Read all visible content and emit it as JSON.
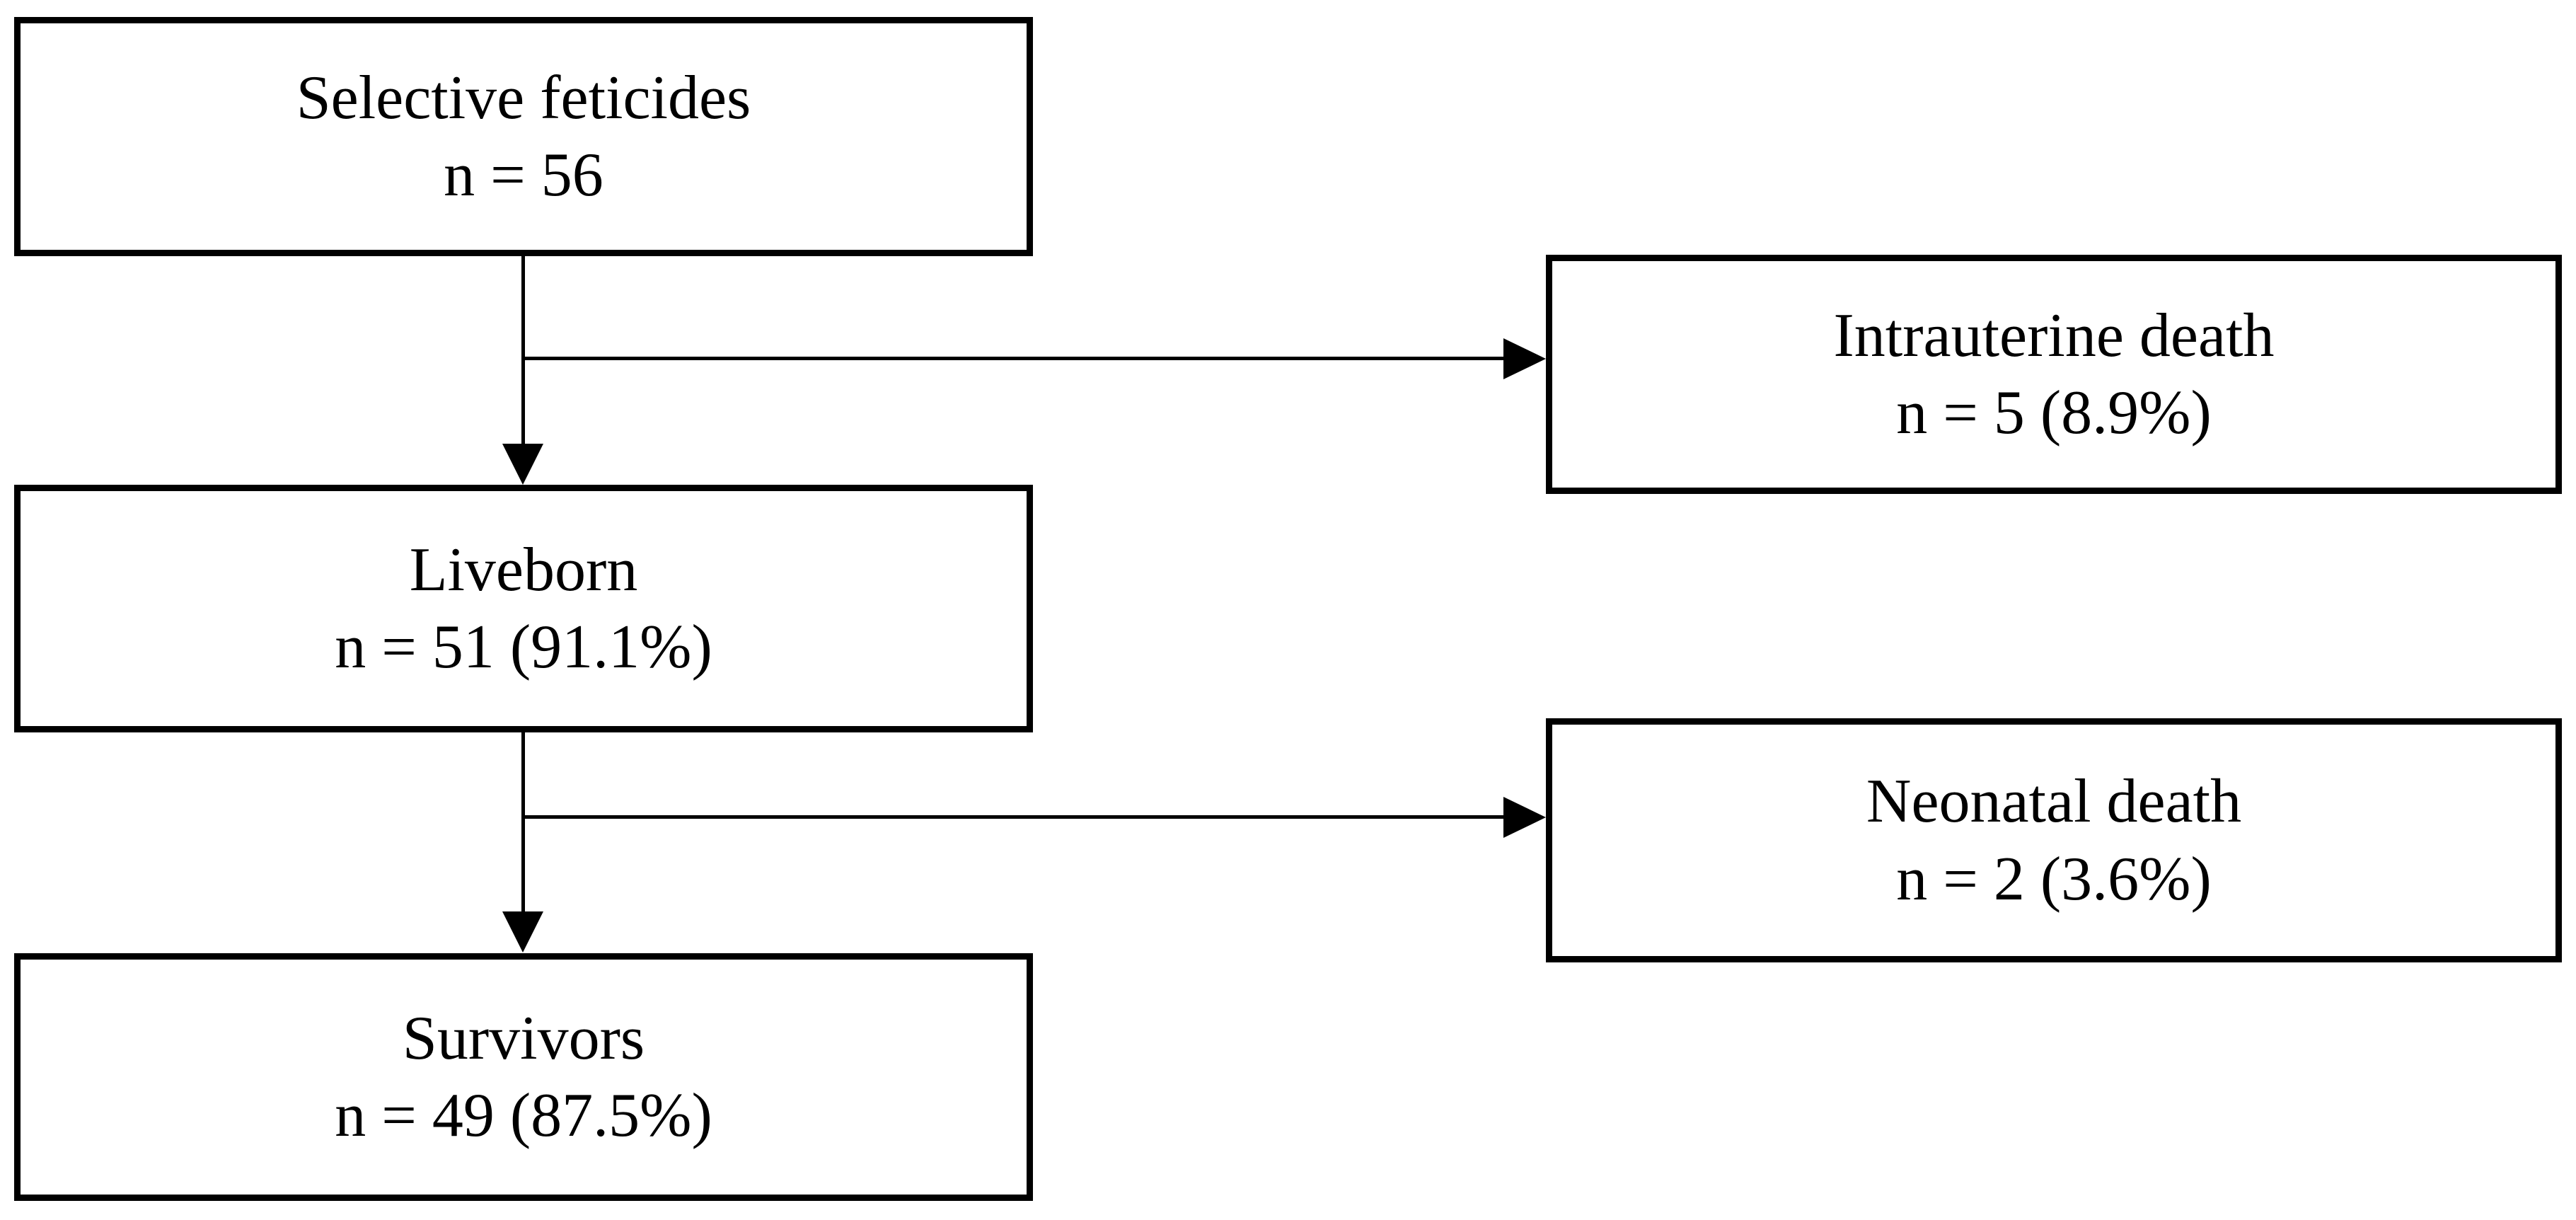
{
  "diagram": {
    "type": "flowchart",
    "colors": {
      "box_border": "#000000",
      "box_fill": "#ffffff",
      "text": "#000000",
      "arrow": "#000000"
    },
    "boxes": [
      {
        "id": "selective-feticides",
        "line1": "Selective feticides",
        "line2": "n = 56"
      },
      {
        "id": "liveborn",
        "line1": "Liveborn",
        "line2": "n = 51 (91.1%)"
      },
      {
        "id": "survivors",
        "line1": "Survivors",
        "line2": "n = 49 (87.5%)"
      },
      {
        "id": "intrauterine-death",
        "line1": "Intrauterine death",
        "line2": "n = 5 (8.9%)"
      },
      {
        "id": "neonatal-death",
        "line1": "Neonatal death",
        "line2": "n = 2 (3.6%)"
      }
    ],
    "edges": [
      {
        "from": "selective-feticides",
        "to": "liveborn",
        "style": "vertical-arrow"
      },
      {
        "from": "selective-feticides",
        "to": "intrauterine-death",
        "style": "branch-right-arrow"
      },
      {
        "from": "liveborn",
        "to": "survivors",
        "style": "vertical-arrow"
      },
      {
        "from": "liveborn",
        "to": "neonatal-death",
        "style": "branch-right-arrow"
      }
    ]
  }
}
